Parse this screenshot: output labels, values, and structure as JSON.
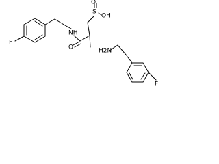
{
  "atoms": {
    "fluorine_left": "F",
    "amide_nitrogen": "NH",
    "amide_oxygen": "O",
    "sulfur": "S",
    "sulfinyl_oxygen": "O",
    "sulfinic_hydroxyl": "OH",
    "amine": "H2N",
    "fluorine_right": "F"
  },
  "colors": {
    "bond": "#000000",
    "label": "#000000",
    "background": "#ffffff"
  }
}
